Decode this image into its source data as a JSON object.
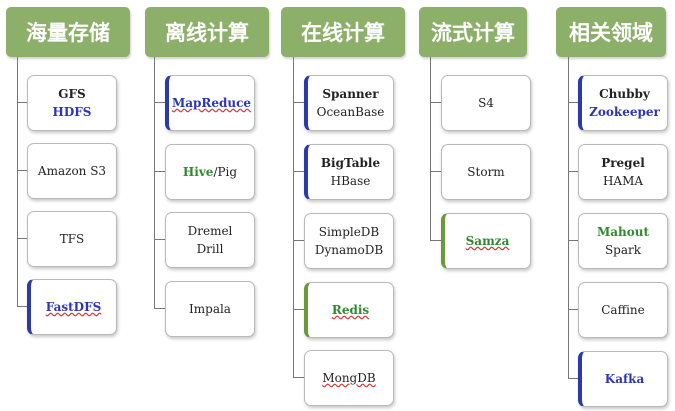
{
  "columns": [
    {
      "header": "海量存储",
      "items": [
        {
          "lines": [
            {
              "text": "GFS",
              "style": "bold"
            },
            {
              "text": "HDFS",
              "style": "bold-blue"
            }
          ]
        },
        {
          "lines": [
            {
              "text": "Amazon S3",
              "style": "normal"
            }
          ]
        },
        {
          "lines": [
            {
              "text": "TFS",
              "style": "normal"
            }
          ]
        },
        {
          "lines": [
            {
              "text": "FastDFS",
              "style": "bold-blue"
            }
          ]
        }
      ]
    },
    {
      "header": "离线计算",
      "items": [
        {
          "lines": [
            {
              "text": "MapReduce",
              "style": "bold-blue"
            }
          ]
        },
        {
          "lines": [
            {
              "text": "Hive",
              "style": "bold-green"
            },
            {
              "text": "/Pig",
              "style": "normal"
            }
          ]
        },
        {
          "lines": [
            {
              "text": "Dremel",
              "style": "normal"
            },
            {
              "text": "Drill",
              "style": "normal"
            }
          ]
        },
        {
          "lines": [
            {
              "text": "Impala",
              "style": "normal"
            }
          ]
        }
      ]
    },
    {
      "header": "在线计算",
      "items": [
        {
          "lines": [
            {
              "text": "Spanner",
              "style": "bold"
            },
            {
              "text": "OceanBase",
              "style": "normal"
            }
          ]
        },
        {
          "lines": [
            {
              "text": "BigTable",
              "style": "bold"
            },
            {
              "text": "HBase",
              "style": "normal"
            }
          ]
        },
        {
          "lines": [
            {
              "text": "SimpleDB",
              "style": "normal"
            },
            {
              "text": "DynamoDB",
              "style": "normal"
            }
          ]
        },
        {
          "lines": [
            {
              "text": "Redis",
              "style": "bold-green"
            }
          ]
        },
        {
          "lines": [
            {
              "text": "MongDB",
              "style": "normal"
            }
          ]
        }
      ]
    },
    {
      "header": "流式计算",
      "items": [
        {
          "lines": [
            {
              "text": "S4",
              "style": "normal"
            }
          ]
        },
        {
          "lines": [
            {
              "text": "Storm",
              "style": "normal"
            }
          ]
        },
        {
          "lines": [
            {
              "text": "Samza",
              "style": "bold-green"
            }
          ]
        }
      ]
    },
    {
      "header": "相关领域",
      "items": [
        {
          "lines": [
            {
              "text": "Chubby",
              "style": "bold"
            },
            {
              "text": "Zookeeper",
              "style": "bold-blue"
            }
          ]
        },
        {
          "lines": [
            {
              "text": "Pregel",
              "style": "bold"
            },
            {
              "text": "HAMA",
              "style": "normal"
            }
          ]
        },
        {
          "lines": [
            {
              "text": "Mahout",
              "style": "bold-green"
            },
            {
              "text": "Spark",
              "style": "normal"
            }
          ]
        },
        {
          "lines": [
            {
              "text": "Caffine",
              "style": "normal"
            }
          ]
        },
        {
          "lines": [
            {
              "text": "Kafka",
              "style": "bold-blue"
            }
          ]
        }
      ]
    }
  ],
  "colors": {
    "header_bg": "#8cb06a",
    "header_text": "#ffffff",
    "highlight_blue": "#2b35b5",
    "highlight_green": "#2f8a2f",
    "connector": "#777777"
  }
}
